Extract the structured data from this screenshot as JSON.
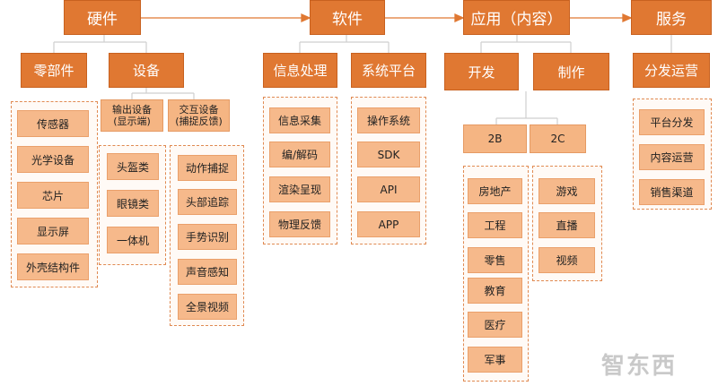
{
  "top": [
    "硬件",
    "软件",
    "应用（内容）",
    "服务"
  ],
  "hardware": {
    "parts": "零部件",
    "parts_items": [
      "传感器",
      "光学设备",
      "芯片",
      "显示屏",
      "外壳结构件"
    ],
    "devices": "设备",
    "output_device": "输出设备\n(显示端)",
    "output_items": [
      "头盔类",
      "眼镜类",
      "一体机"
    ],
    "interact_device": "交互设备\n(捕捉反馈)",
    "interact_items": [
      "动作捕捉",
      "头部追踪",
      "手势识别",
      "声音感知",
      "全景视频"
    ]
  },
  "software": {
    "info": "信息处理",
    "info_items": [
      "信息采集",
      "编/解码",
      "渲染呈现",
      "物理反馈"
    ],
    "platform": "系统平台",
    "platform_items": [
      "操作系统",
      "SDK",
      "API",
      "APP"
    ]
  },
  "application": {
    "develop": "开发",
    "produce": "制作",
    "b2b": "2B",
    "b2b_items": [
      "房地产",
      "工程",
      "零售",
      "教育",
      "医疗",
      "军事"
    ],
    "c2c": "2C",
    "c2c_items": [
      "游戏",
      "直播",
      "视频"
    ]
  },
  "service": {
    "dist": "分发运营",
    "dist_items": [
      "平台分发",
      "内容运营",
      "销售渠道"
    ]
  },
  "watermark": "智东西",
  "colors": {
    "primary": "#e07832",
    "light": "#f6b98b",
    "border": "#e08a52",
    "line": "#cccccc"
  }
}
